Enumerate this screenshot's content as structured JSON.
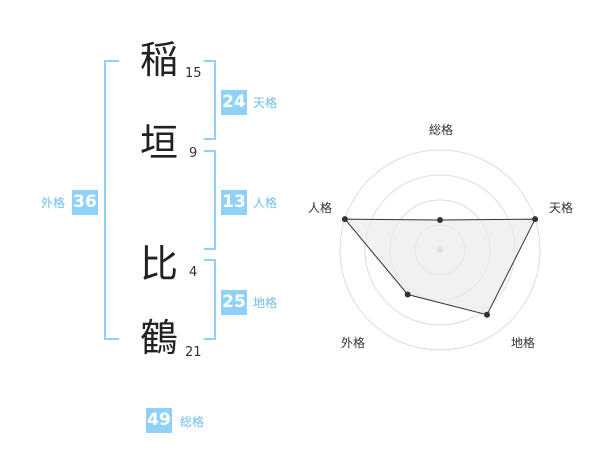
{
  "name": {
    "chars": [
      {
        "char": "稲",
        "strokes": "15"
      },
      {
        "char": "垣",
        "strokes": "9"
      },
      {
        "char": "比",
        "strokes": "4"
      },
      {
        "char": "鶴",
        "strokes": "21"
      }
    ]
  },
  "fortunes": {
    "tenkaku": {
      "value": "24",
      "label": "天格"
    },
    "jinkaku": {
      "value": "13",
      "label": "人格"
    },
    "chikaku": {
      "value": "25",
      "label": "地格"
    },
    "gaikaku": {
      "value": "36",
      "label": "外格"
    },
    "soukaku": {
      "value": "49",
      "label": "総格"
    }
  },
  "colors": {
    "accent": "#8fd1f7",
    "label": "#6fbdea",
    "text": "#222222"
  },
  "chart_data": {
    "type": "radar",
    "axes": [
      "総格",
      "天格",
      "地格",
      "外格",
      "人格"
    ],
    "values": [
      0.3,
      1.0,
      0.8,
      0.55,
      1.0
    ],
    "scale": [
      0,
      1
    ],
    "rings": 4
  }
}
